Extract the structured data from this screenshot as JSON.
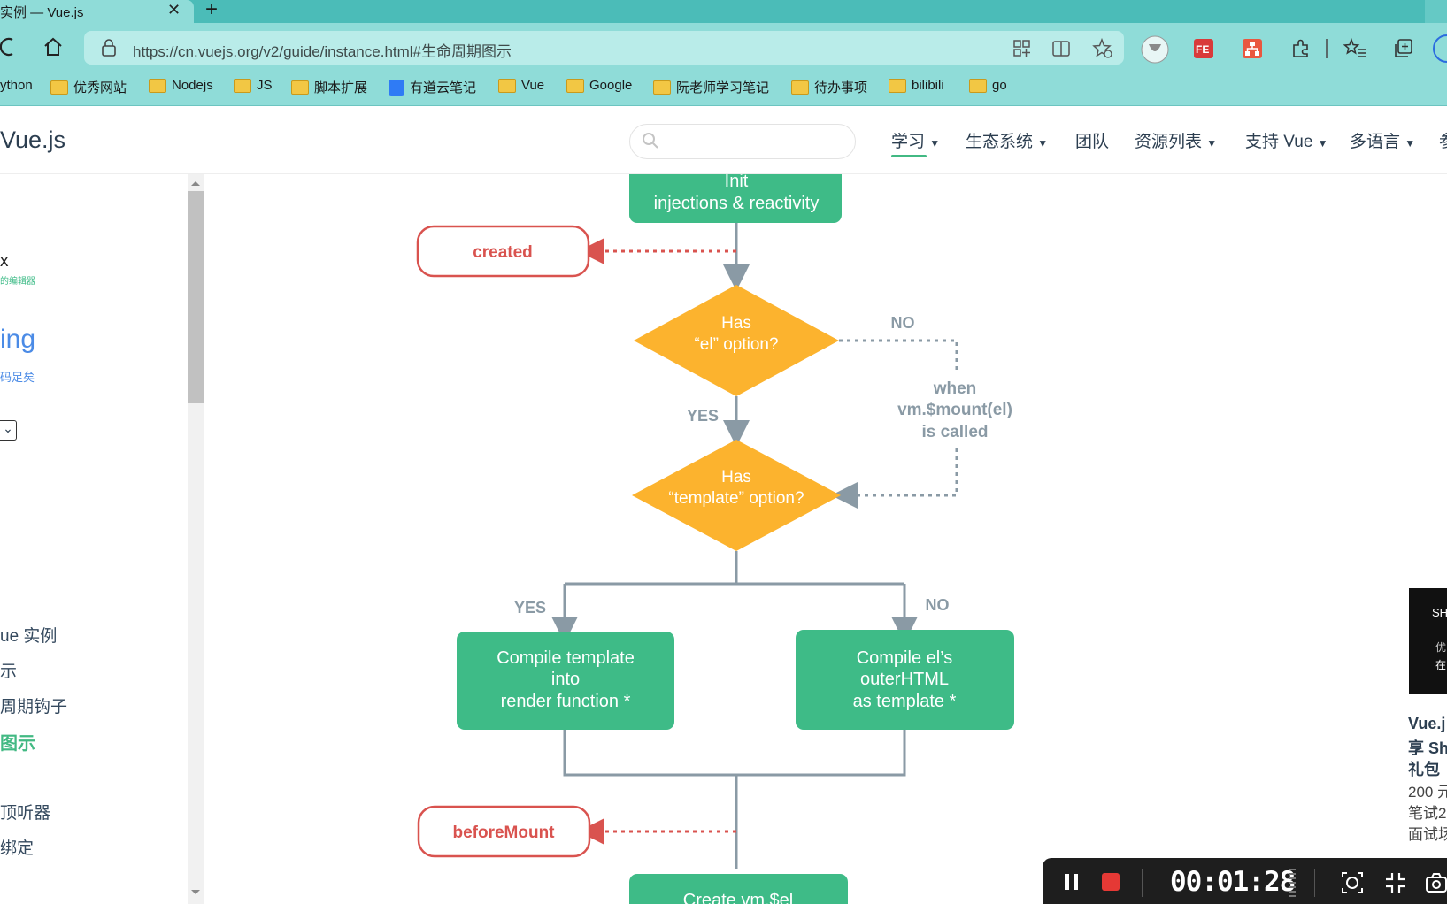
{
  "browser": {
    "tab_title": "实例 — Vue.js",
    "tab_close": "✕",
    "new_tab": "+",
    "url": "https://cn.vuejs.org/v2/guide/instance.html#生命周期图示",
    "bookmarks": [
      "ython",
      "优秀网站",
      "Nodejs",
      "JS",
      "脚本扩展",
      "有道云笔记",
      "Vue",
      "Google",
      "阮老师学习笔记",
      "待办事项",
      "bilibili",
      "go"
    ]
  },
  "nav": {
    "logo": "Vue.js",
    "items": [
      "学习",
      "生态系统",
      "团队",
      "资源列表",
      "支持 Vue",
      "多语言",
      "参"
    ],
    "search_placeholder": ""
  },
  "sidebar": {
    "ad1_title": "x",
    "ad1_sub": "的编辑器",
    "ad2_title": "ing",
    "ad2_sub": "码足矣",
    "select_arrow": "⌄",
    "items": [
      "ue 实例",
      "示",
      "周期钩子",
      "图示",
      "顶听器",
      "绑定"
    ]
  },
  "diagram": {
    "init": [
      "Init",
      "injections & reactivity"
    ],
    "created": "created",
    "has_el": [
      "Has",
      "“el” option?"
    ],
    "no1": "NO",
    "yes1": "YES",
    "when": [
      "when",
      "vm.$mount(el)",
      "is called"
    ],
    "has_template": [
      "Has",
      "“template” option?"
    ],
    "yes2": "YES",
    "no2": "NO",
    "compile_template": [
      "Compile template",
      "into",
      "render function *"
    ],
    "compile_el": [
      "Compile el’s",
      "outerHTML",
      "as template *"
    ],
    "before_mount": "beforeMount",
    "create_el": "Create vm.$el",
    "colors": {
      "green": "#3ebb87",
      "orange": "#fcb32e",
      "red": "#d9534f",
      "gray": "#8a9aa5"
    }
  },
  "ad": {
    "lines": [
      "Vue.j",
      "享 Sh",
      "礼包",
      "200 元",
      "笔试2",
      "面试场"
    ],
    "img_text": [
      "SH",
      "优",
      "在"
    ]
  },
  "recorder": {
    "time": "00:01:28"
  }
}
